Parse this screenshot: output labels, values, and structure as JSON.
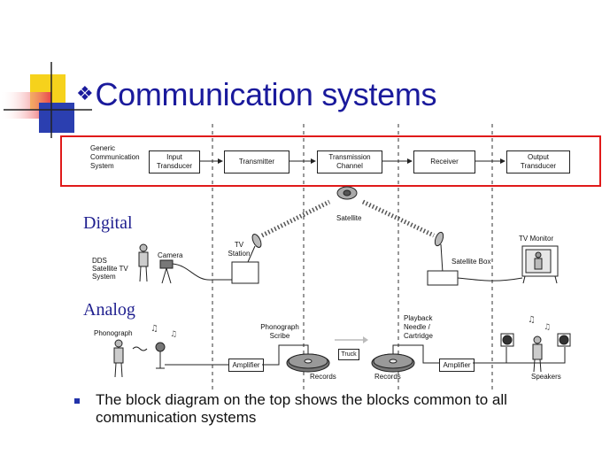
{
  "title": "Communication systems",
  "title_bullet": "❖",
  "generic": {
    "label": "Generic\nCommunication\nSystem",
    "blocks": [
      "Input\nTransducer",
      "Transmitter",
      "Transmission\nChannel",
      "Receiver",
      "Output\nTransducer"
    ]
  },
  "digital": {
    "section_label": "Digital",
    "system_label": "DDS\nSatellite TV\nSystem",
    "camera": "Camera",
    "tv_station": "TV\nStation",
    "satellite": "Satellite",
    "satellite_box": "Satellite Box",
    "tv_monitor": "TV Monitor"
  },
  "analog": {
    "section_label": "Analog",
    "phonograph": "Phonograph",
    "phonograph_scribe": "Phonograph\nScribe",
    "amplifier_left": "Amplifier",
    "records_left": "Records",
    "truck": "Truck",
    "records_right": "Records",
    "playback": "Playback\nNeedle /\nCartridge",
    "amplifier_right": "Amplifier",
    "speakers": "Speakers"
  },
  "bullet_text": "The  block diagram on the top shows the blocks common to all communication systems",
  "colors": {
    "title": "#1a1a9c",
    "frame": "#e01a1a",
    "deco_yellow": "#f6d21c",
    "deco_blue": "#2b3fb0",
    "deco_red": "#e8464a"
  }
}
